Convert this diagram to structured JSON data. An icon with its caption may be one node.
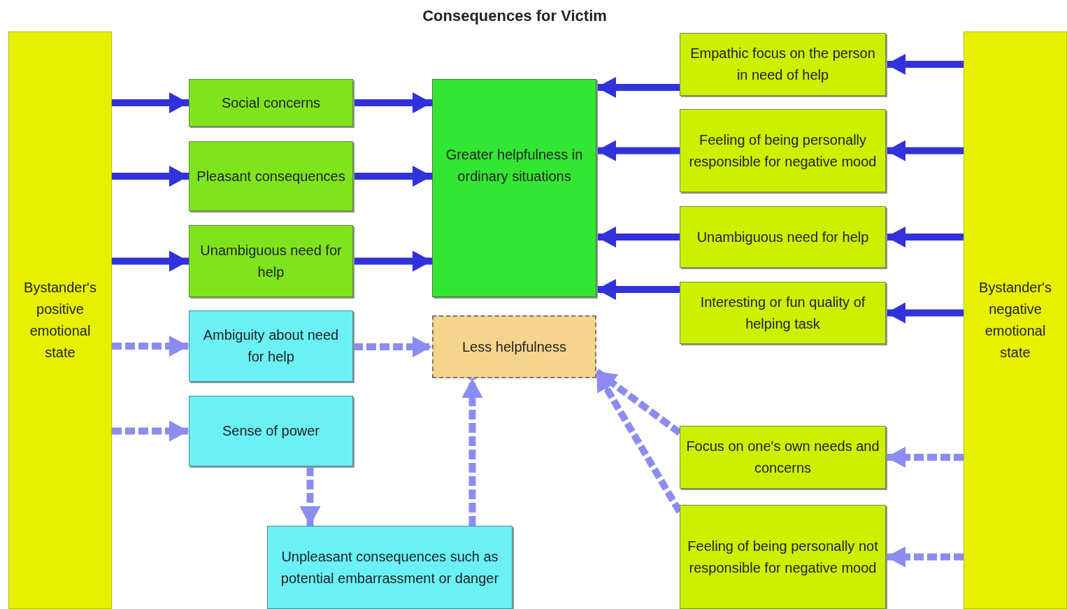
{
  "diagram": {
    "title": "Consequences for Victim",
    "nodes": [
      {
        "text": [
          "Bystander's positive emotional state"
        ]
      },
      {
        "text": [
          "Social concerns"
        ]
      },
      {
        "text": [
          "Pleasant consequences"
        ]
      },
      {
        "text": [
          "Unambiguous need for help"
        ]
      },
      {
        "text": [
          "Ambiguity about need for help"
        ]
      },
      {
        "text": [
          "Sense of power"
        ]
      },
      {
        "text": [
          "Unpleasant consequences such as potential embarrassment or danger"
        ]
      },
      {
        "text": [
          "Greater helpfulness in ordinary situations"
        ]
      },
      {
        "text": [
          "Less helpfulness"
        ]
      },
      {
        "text": [
          "Empathic focus on the person in need of help"
        ]
      },
      {
        "text": [
          "Feeling of being personally responsible for negative mood"
        ]
      },
      {
        "text": [
          "Unambiguous need for help"
        ]
      },
      {
        "text": [
          "Interesting or fun quality of helping task"
        ]
      },
      {
        "text": [
          "Focus on one's own needs and concerns"
        ]
      },
      {
        "text": [
          "Feeling of being personally not responsible for negative mood"
        ]
      },
      {
        "text": [
          "Bystander's negative emotional state"
        ]
      }
    ],
    "edges": [
      {
        "from": 0,
        "to": 1,
        "arrow": "to"
      },
      {
        "from": 0,
        "to": 2,
        "arrow": "to"
      },
      {
        "from": 0,
        "to": 3,
        "arrow": "to"
      },
      {
        "from": 0,
        "to": 4,
        "arrow": "to",
        "style": "dashed",
        "color": "#8c8cf0"
      },
      {
        "from": 0,
        "to": 5,
        "arrow": "to",
        "style": "dashed",
        "color": "#8c8cf0"
      },
      {
        "from": 1,
        "to": 7,
        "arrow": "to"
      },
      {
        "from": 2,
        "to": 7,
        "arrow": "to"
      },
      {
        "from": 3,
        "to": 7,
        "arrow": "to"
      },
      {
        "from": 4,
        "to": 8,
        "arrow": "to",
        "style": "dashed",
        "color": "#8c8cf0"
      },
      {
        "from": 5,
        "to": 6,
        "arrow": "to",
        "style": "dashed",
        "color": "#8c8cf0"
      },
      {
        "from": 6,
        "to": 8,
        "arrow": "to",
        "style": "dashed",
        "color": "#8c8cf0"
      },
      {
        "from": 9,
        "to": 7,
        "arrow": "to"
      },
      {
        "from": 10,
        "to": 7,
        "arrow": "to"
      },
      {
        "from": 11,
        "to": 7,
        "arrow": "to"
      },
      {
        "from": 12,
        "to": 7,
        "arrow": "to"
      },
      {
        "from": 13,
        "to": 8,
        "arrow": "to",
        "style": "dashed",
        "color": "#8c8cf0"
      },
      {
        "from": 14,
        "to": 8,
        "arrow": "to",
        "style": "dashed",
        "color": "#8c8cf0"
      },
      {
        "from": 15,
        "to": 9,
        "arrow": "to"
      },
      {
        "from": 15,
        "to": 10,
        "arrow": "to"
      },
      {
        "from": 15,
        "to": 11,
        "arrow": "to"
      },
      {
        "from": 15,
        "to": 12,
        "arrow": "to"
      },
      {
        "from": 15,
        "to": 13,
        "arrow": "to",
        "style": "dashed",
        "color": "#8c8cf0"
      },
      {
        "from": 15,
        "to": 14,
        "arrow": "to",
        "style": "dashed",
        "color": "#8c8cf0"
      }
    ]
  }
}
